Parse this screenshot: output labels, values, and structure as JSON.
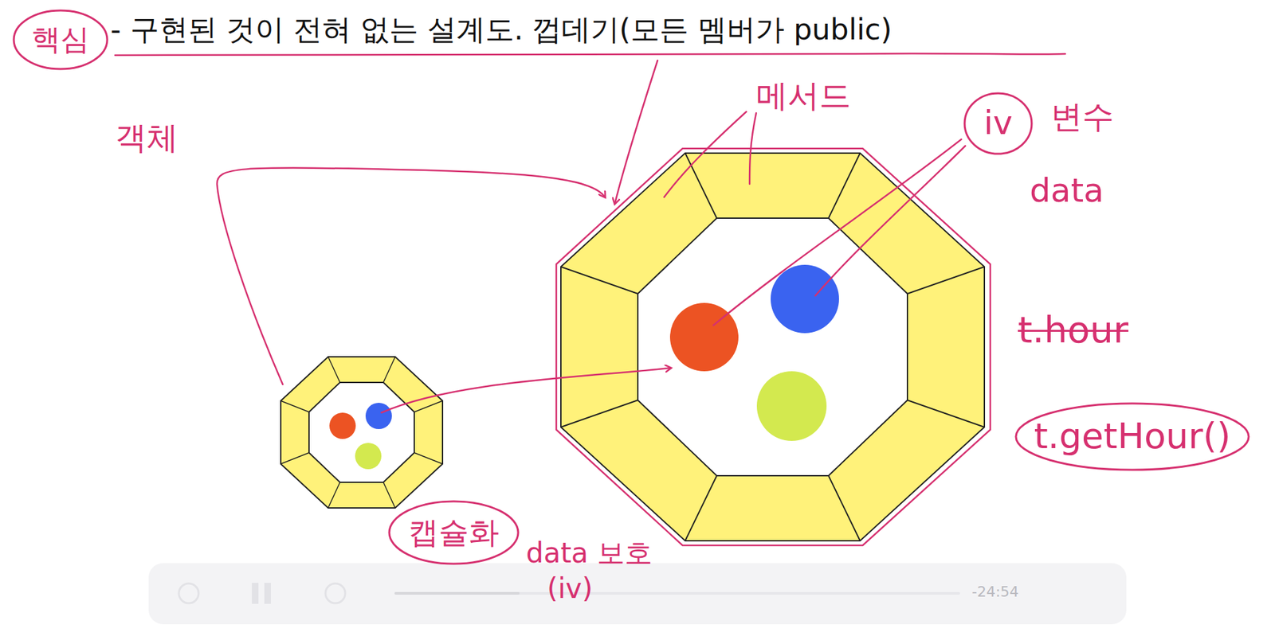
{
  "diagram": {
    "title": "- 구현된 것이 전혀 없는 설계도. 껍데기(모든 멤버가 public)",
    "nodes": [
      {
        "text": [
          "핵심"
        ]
      },
      {
        "text": [
          "iv"
        ]
      },
      {
        "text": [
          "t.getHour()"
        ]
      },
      {
        "text": [
          "캡슐화"
        ]
      }
    ],
    "labels": [
      "메서드",
      "변수",
      "data",
      "t.hour",
      "객체",
      "data 보호",
      "(iv)",
      "-24:54"
    ]
  }
}
